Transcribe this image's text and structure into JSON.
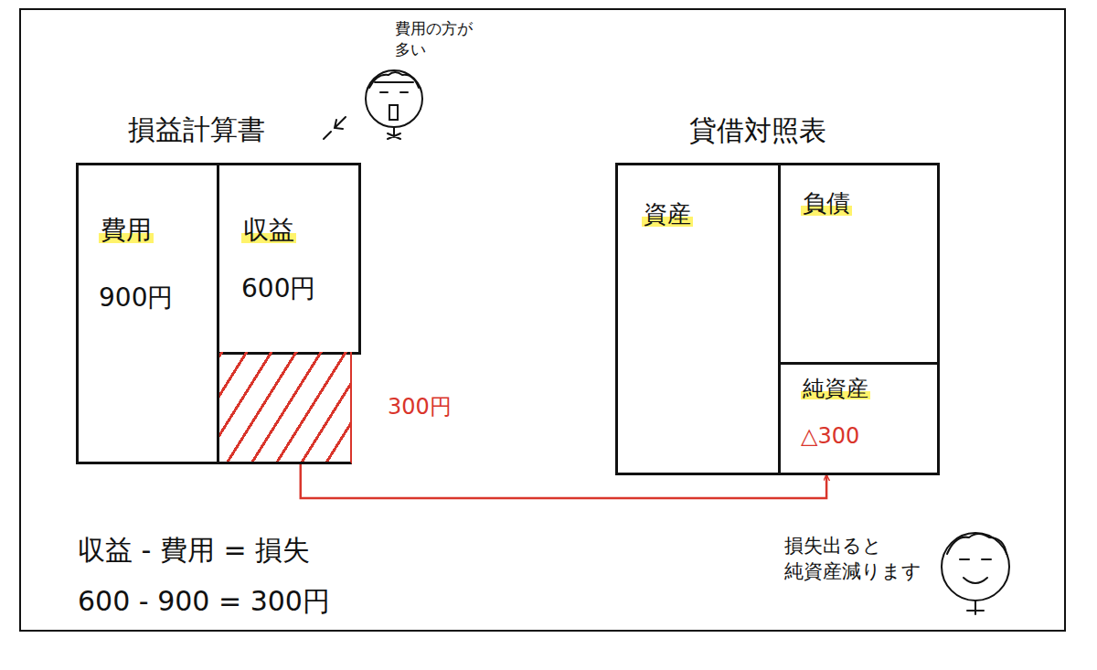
{
  "diagram": {
    "nodes": [
      {
        "text": [
          "費用",
          "900円"
        ]
      },
      {
        "text": [
          "収益",
          "600円"
        ]
      },
      {
        "text": [
          "300円"
        ]
      },
      {
        "text": [
          "貸借対照表"
        ]
      },
      {
        "text": [
          "資産"
        ],
        "in": 3
      },
      {
        "text": [
          "負債"
        ],
        "in": 3
      },
      {
        "text": [
          "純資産",
          "△300"
        ],
        "in": 3
      }
    ],
    "edges": [
      {
        "from": 2,
        "to": 6,
        "arrow": "to"
      }
    ],
    "labels": [
      "損益計算書",
      "費用の方が 多い",
      "収益 - 費用 = 損失",
      "600 - 900 = 300円",
      "損失出ると 純資産減ります"
    ]
  }
}
